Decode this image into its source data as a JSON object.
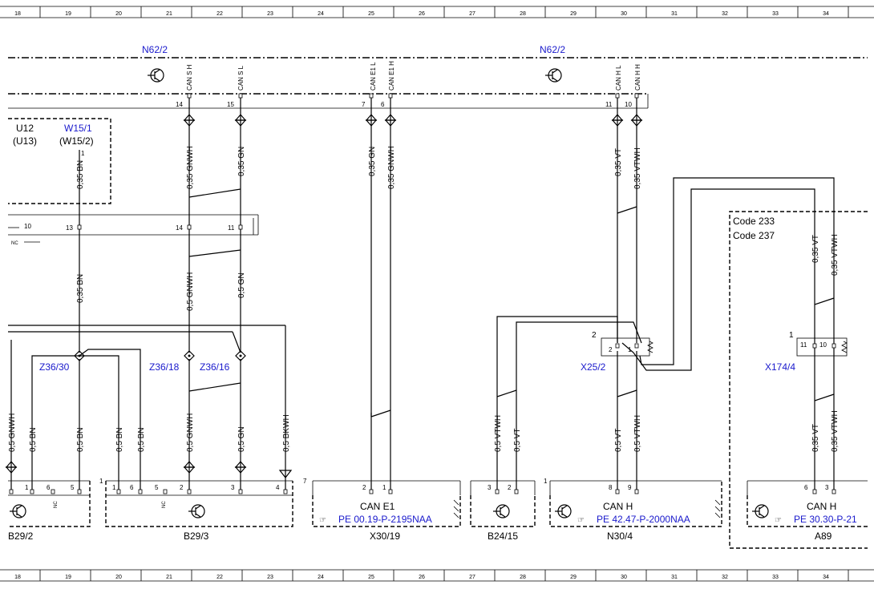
{
  "grid": [
    "18",
    "19",
    "20",
    "21",
    "22",
    "23",
    "24",
    "25",
    "26",
    "27",
    "28",
    "29",
    "30",
    "31",
    "32",
    "33",
    "34"
  ],
  "modules": {
    "n62_left": "N62/2",
    "n62_right": "N62/2",
    "u12": "U12",
    "u13": "(U13)",
    "w15_1": "W15/1",
    "w15_2": "(W15/2)",
    "code233": "Code 233",
    "code237": "Code 237"
  },
  "pins": {
    "can_s_h": "CAN S H",
    "can_s_l": "CAN S L",
    "can_e1_l": "CAN E1 L",
    "can_e1_h": "CAN E1 H",
    "can_h_l": "CAN H L",
    "can_h_h": "CAN H H",
    "p14": "14",
    "p15": "15",
    "p7": "7",
    "p6": "6",
    "p11": "11",
    "p10": "10",
    "u_p1": "1",
    "c_p10": "10",
    "c_p13": "13",
    "c_p14": "14",
    "c_p11": "11",
    "nc": "NC"
  },
  "wires": {
    "w_bn_a": "0,35 BN",
    "w_gnwh_a": "0,35 GNWH",
    "w_gn_a": "0,35 GN",
    "w_gn_b": "0,35 GN",
    "w_gnwh_b": "0,35 GNWH",
    "w_vt_a": "0,35 VT",
    "w_vtwh_a": "0,35 VTWH",
    "w_bn_b": "0,35 BN",
    "w_gnwh_c": "0,5 GNWH",
    "w_gn_c": "0,5 GN",
    "w_vt_b": "0,35 VT",
    "w_vtwh_b": "0,35 VTWH",
    "b_gnwh1": "0,5 GNWH",
    "b_bn1": "0,5 BN",
    "b_bn2": "0,5 BN",
    "b_bn3": "0,5 BN",
    "b_bn4": "0,5 BN",
    "b_gnwh2": "0,5 GNWH",
    "b_gn": "0,5 GN",
    "b_bkwh": "0,5 BKWH",
    "b_vtwh1": "0,5 VTWH",
    "b_vt1": "0,5 VT",
    "b_vt2": "0,5 VT",
    "b_vtwh2": "0,5 VTWH",
    "b_vt3": "0,35 VT",
    "b_vtwh3": "0,35 VTWH"
  },
  "nodes": {
    "z36_30": "Z36/30",
    "z36_18": "Z36/18",
    "z36_16": "Z36/16",
    "x25_2": "X25/2",
    "x174_4": "X174/4",
    "x25_p2a": "2",
    "x25_p2": "2",
    "x25_p1": "1",
    "x174_p1": "1",
    "x174_p11": "11",
    "x174_p10": "10"
  },
  "components": {
    "b29_2": "B29/2",
    "b29_3": "B29/3",
    "x30_19": "X30/19",
    "b24_15": "B24/15",
    "n30_4": "N30/4",
    "a89": "A89",
    "can_e1": "CAN E1",
    "can_h1": "CAN H",
    "can_h2": "CAN H",
    "ref1": "PE 00.19-P-2195NAA",
    "ref2": "PE 42.47-P-2000NAA",
    "ref3": "PE 30.30-P-21",
    "b29_2_pins": [
      "1",
      "6",
      "NC",
      "5"
    ],
    "b29_3_pins": [
      "1",
      "1",
      "6",
      "5",
      "NC",
      "2",
      "3",
      "4"
    ],
    "x30_pins": [
      "7",
      "2",
      "1"
    ],
    "b24_pins": [
      "3",
      "2"
    ],
    "n30_pins": [
      "1",
      "8",
      "9"
    ],
    "a89_pins": [
      "6",
      "3"
    ]
  }
}
